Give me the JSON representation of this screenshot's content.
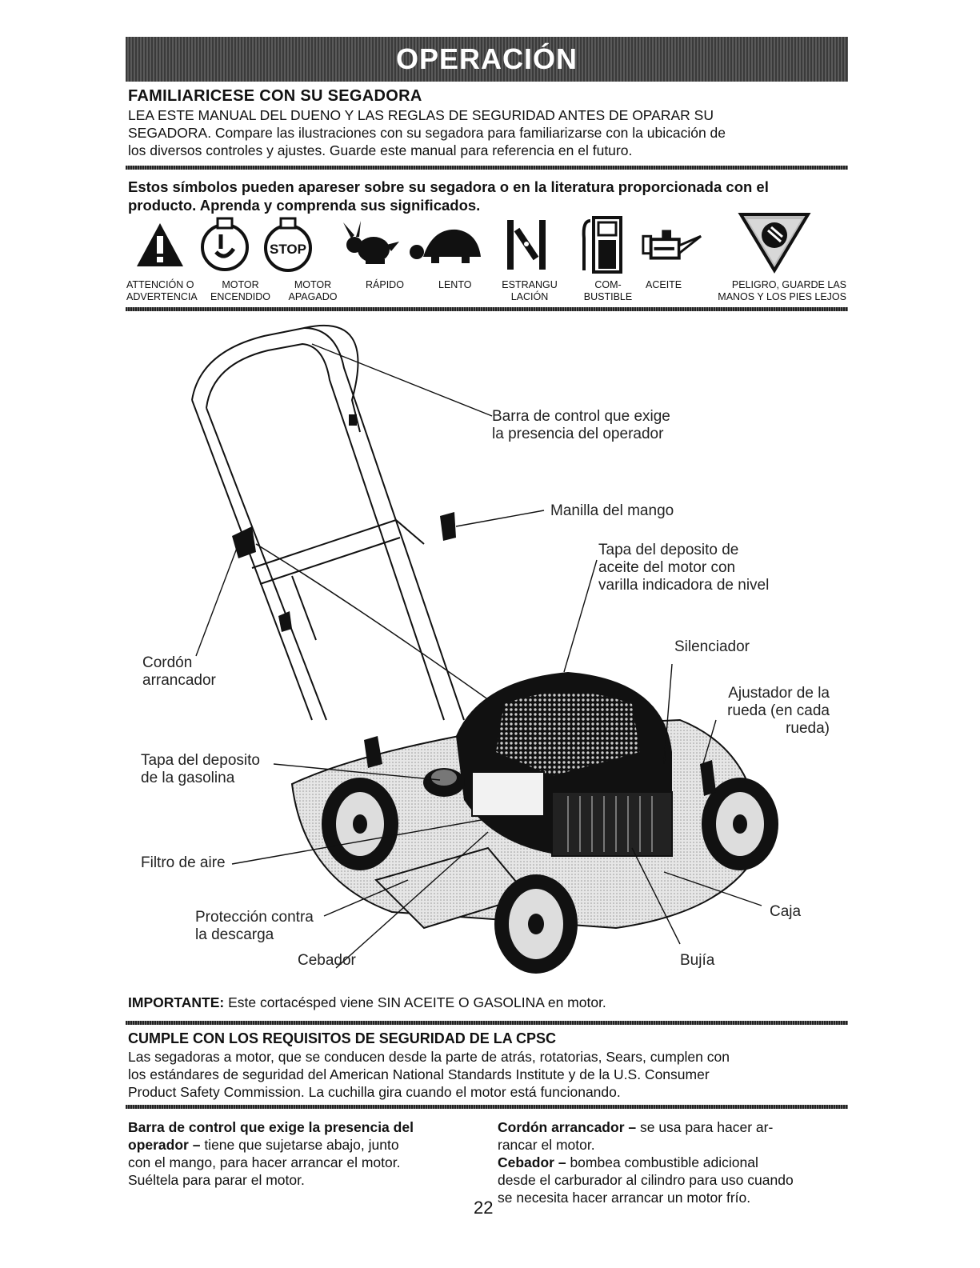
{
  "banner": {
    "title": "OPERACIÓN"
  },
  "familiarize": {
    "heading": "FAMILIARICESE CON SU SEGADORA",
    "line1": "LEA ESTE MANUAL DEL DUENO Y LAS REGLAS DE SEGURIDAD ANTES DE OPARAR SU",
    "line2": "SEGADORA. Compare las ilustraciones con su segadora para familiarizarse con la ubicación de",
    "line3": "los diversos controles y ajustes. Guarde este manual para referencia en el futuro."
  },
  "symbols": {
    "intro_line1": "Estos símbolos pueden apareser sobre su segadora o en la literatura proporcionada con el",
    "intro_line2": "producto. Aprenda y comprenda sus significados.",
    "stop_text": "STOP",
    "labels": [
      {
        "l1": "ATTENCIÓN O",
        "l2": "ADVERTENCIA"
      },
      {
        "l1": "MOTOR",
        "l2": "ENCENDIDO"
      },
      {
        "l1": "MOTOR",
        "l2": "APAGADO"
      },
      {
        "l1": "RÁPIDO",
        "l2": ""
      },
      {
        "l1": "LENTO",
        "l2": ""
      },
      {
        "l1": "ESTRANGU",
        "l2": "LACIÓN"
      },
      {
        "l1": "COM-",
        "l2": "BUSTIBLE"
      },
      {
        "l1": "ACEITE",
        "l2": ""
      },
      {
        "l1": "PELIGRO, GUARDE LAS",
        "l2": "MANOS Y LOS PIES LEJOS"
      }
    ]
  },
  "diagram": {
    "callouts": {
      "barra_l1": "Barra de control que exige",
      "barra_l2": "la presencia del operador",
      "manilla": "Manilla del mango",
      "tapa_aceite_l1": "Tapa del deposito de",
      "tapa_aceite_l2": "aceite del motor con",
      "tapa_aceite_l3": "varilla indicadora de nivel",
      "silenciador": "Silenciador",
      "cordon_l1": "Cordón",
      "cordon_l2": "arrancador",
      "ajustador_l1": "Ajustador de la",
      "ajustador_l2": "rueda (en cada",
      "ajustador_l3": "rueda)",
      "tapa_gas_l1": "Tapa del deposito",
      "tapa_gas_l2": "de la gasolina",
      "filtro": "Filtro de aire",
      "caja": "Caja",
      "proteccion_l1": "Protección contra",
      "proteccion_l2": "la descarga",
      "cebador": "Cebador",
      "bujia": "Bujía"
    }
  },
  "important": {
    "label": "IMPORTANTE:",
    "text": " Este cortacésped viene SIN ACEITE O GASOLINA en motor."
  },
  "cpsc": {
    "heading": "CUMPLE CON LOS REQUISITOS DE SEGURIDAD DE LA CPSC",
    "line1": "Las segadoras a motor, que se conducen desde la parte de atrás, rotatorias, Sears, cumplen con",
    "line2": "los estándares de seguridad del American National Standards Institute y de la U.S. Consumer",
    "line3": "Product Safety Commission. La cuchilla gira cuando el motor está funcionando."
  },
  "left_col": {
    "term_l1": "Barra de control que exige la presencia del",
    "term_l2": "operador –",
    "rest_l2": " tiene que sujetarse abajo, junto",
    "line3": "con el mango, para hacer arrancar el motor.",
    "line4": "Suéltela para parar el motor."
  },
  "right_col": {
    "term1": "Cordón arrancador –",
    "rest1": " se usa para hacer ar-",
    "line2": "rancar el motor.",
    "term2": "Cebador –",
    "rest2": " bombea combustible adicional",
    "line4": "desde el carburador al cilindro para uso cuando",
    "line5": "se necesita hacer arrancar un motor frío."
  },
  "page_number": "22"
}
